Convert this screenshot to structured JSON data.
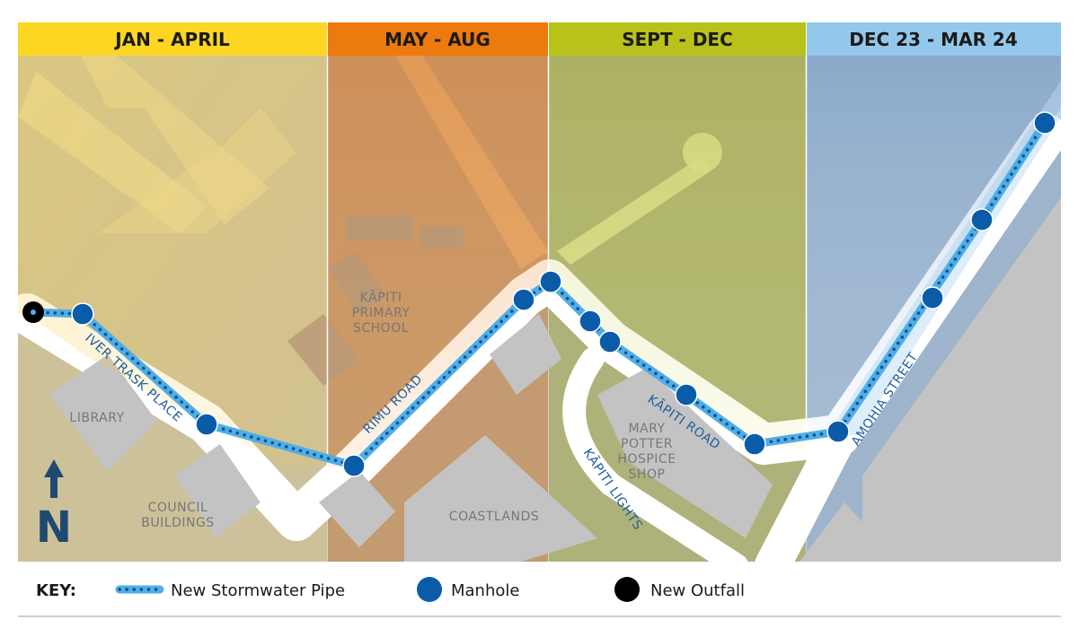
{
  "phases": [
    {
      "label": "JAN - APRIL",
      "header_color": "#fcd622",
      "tint_color": "#f5c842"
    },
    {
      "label": "MAY - AUG",
      "header_color": "#ec7a0c",
      "tint_color": "#ec8a2c"
    },
    {
      "label": "SEPT - DEC",
      "header_color": "#b8c21a",
      "tint_color": "#a6b41e"
    },
    {
      "label": "DEC 23 - MAR 24",
      "header_color": "#94c8ea",
      "tint_color": "#7aa8d8"
    }
  ],
  "places": {
    "library": "LIBRARY",
    "council_1": "COUNCIL",
    "council_2": "BUILDINGS",
    "school_1": "KĀPITI",
    "school_2": "PRIMARY",
    "school_3": "SCHOOL",
    "coastlands": "COASTLANDS",
    "mary_1": "MARY",
    "mary_2": "POTTER",
    "mary_3": "HOSPICE",
    "mary_4": "SHOP"
  },
  "streets": {
    "iver_trask": "IVER TRASK PLACE",
    "rimu": "RIMU ROAD",
    "kapiti_road": "KĀPITI ROAD",
    "kapiti_lights": "KĀPITI LIGHTS",
    "amohia": "AMOHIA STREET"
  },
  "north": {
    "letter": "N",
    "icon": "north-arrow-icon"
  },
  "key": {
    "title": "KEY:",
    "pipe_label": "New Stormwater Pipe",
    "manhole_label": "Manhole",
    "outfall_label": "New Outfall"
  },
  "colors": {
    "pipe": "#4faee6",
    "pipe_dots": "#0f4e8e",
    "manhole": "#0a5ca8",
    "outfall": "#000000",
    "street_text": "#1f5f9e",
    "north": "#1e4a72"
  }
}
